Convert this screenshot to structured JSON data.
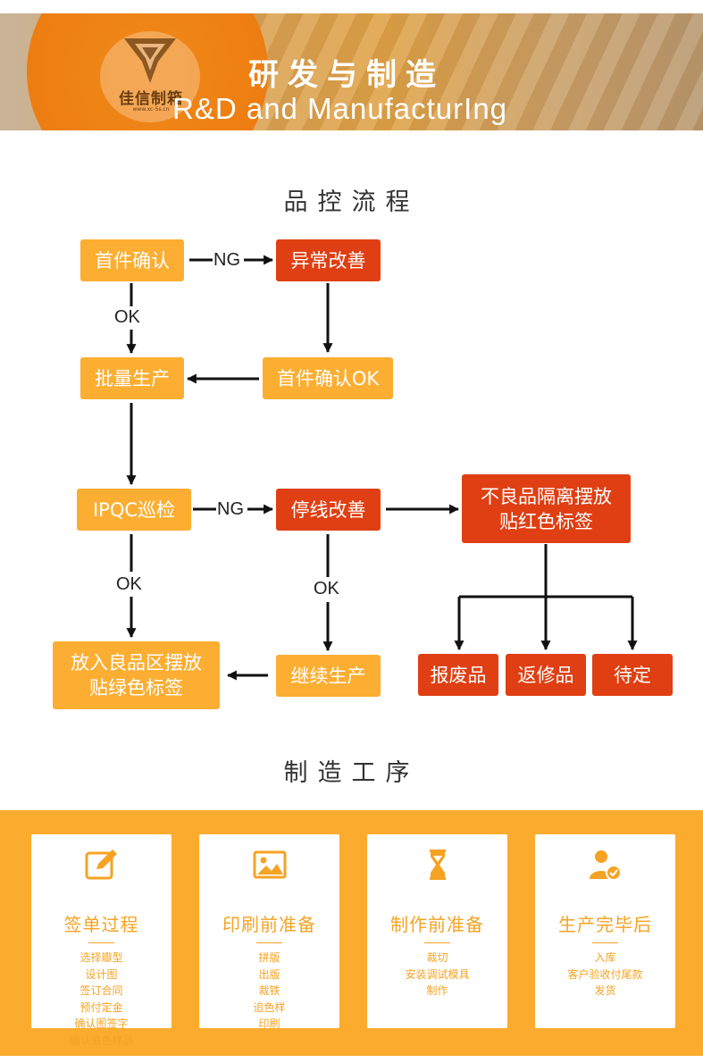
{
  "banner": {
    "title_cn": "研发与制造",
    "title_en": "R&D and ManufacturIng",
    "logo_text": "佳信制箱",
    "logo_url": "www.xc-5s.cn"
  },
  "colors": {
    "yellow_node": "#fcae32",
    "red_node": "#df3f12",
    "process_bg": "#fbab2e",
    "card_text": "#f5a323"
  },
  "qc_flow": {
    "title": "品控流程",
    "nodes": {
      "first_confirm": "首件确认",
      "anomaly_fix": "异常改善",
      "batch_production": "批量生产",
      "first_confirm_ok": "首件确认OK",
      "ipqc_patrol": "IPQC巡检",
      "stop_line_fix": "停线改善",
      "defect_isolate": "不良品隔离摆放\n贴红色标签",
      "good_area": "放入良品区摆放\n贴绿色标签",
      "continue_production": "继续生产",
      "scrap": "报废品",
      "rework": "返修品",
      "pending": "待定"
    },
    "labels": {
      "ng_1": "NG",
      "ok_1": "OK",
      "ng_2": "NG",
      "ok_2": "OK",
      "ok_3": "OK"
    }
  },
  "process": {
    "title": "制造工序",
    "cards": [
      {
        "icon": "edit-icon",
        "title": "签单过程",
        "items": [
          "选择瓣型",
          "设计图",
          "签订合同",
          "预付定金",
          "确认图签字",
          "确认追色样品"
        ]
      },
      {
        "icon": "image-icon",
        "title": "印刷前准备",
        "items": [
          "拼版",
          "出版",
          "裁铁",
          "追色样",
          "印刷"
        ]
      },
      {
        "icon": "hourglass-icon",
        "title": "制作前准备",
        "items": [
          "裁切",
          "安装调试模具",
          "制作"
        ]
      },
      {
        "icon": "user-check-icon",
        "title": "生产完毕后",
        "items": [
          "入库",
          "客户验收付尾款",
          "发货"
        ]
      }
    ]
  }
}
